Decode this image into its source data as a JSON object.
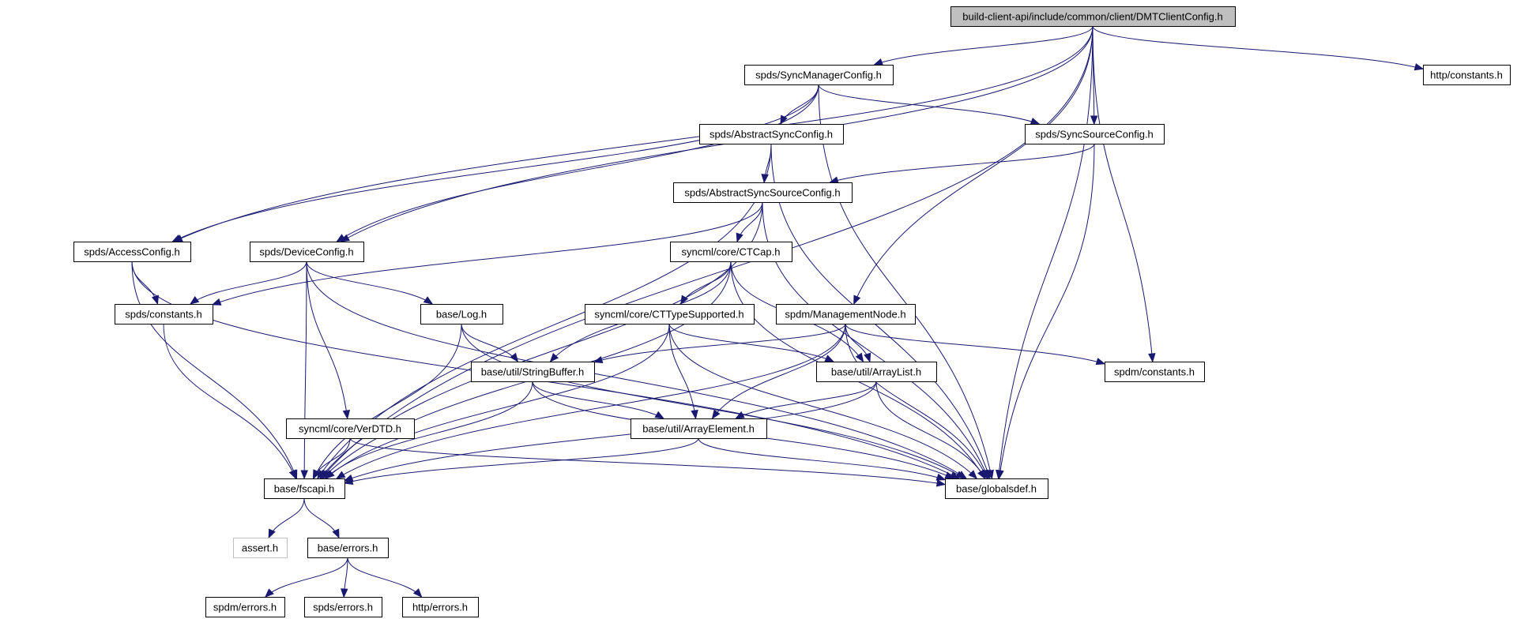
{
  "graph": {
    "nodes": [
      {
        "id": "root",
        "label": "build-client-api/include/common/client/DMTClientConfig.h",
        "style": "root"
      },
      {
        "id": "syncmgr",
        "label": "spds/SyncManagerConfig.h"
      },
      {
        "id": "httpconst",
        "label": "http/constants.h"
      },
      {
        "id": "abssync",
        "label": "spds/AbstractSyncConfig.h"
      },
      {
        "id": "syncsrc",
        "label": "spds/SyncSourceConfig.h"
      },
      {
        "id": "abssyncsrc",
        "label": "spds/AbstractSyncSourceConfig.h"
      },
      {
        "id": "access",
        "label": "spds/AccessConfig.h"
      },
      {
        "id": "device",
        "label": "spds/DeviceConfig.h"
      },
      {
        "id": "ctcap",
        "label": "syncml/core/CTCap.h"
      },
      {
        "id": "spdsconst",
        "label": "spds/constants.h"
      },
      {
        "id": "log",
        "label": "base/Log.h"
      },
      {
        "id": "cttype",
        "label": "syncml/core/CTTypeSupported.h"
      },
      {
        "id": "mgmt",
        "label": "spdm/ManagementNode.h"
      },
      {
        "id": "strbuf",
        "label": "base/util/StringBuffer.h"
      },
      {
        "id": "arrlist",
        "label": "base/util/ArrayList.h"
      },
      {
        "id": "spdmconst",
        "label": "spdm/constants.h"
      },
      {
        "id": "verdtd",
        "label": "syncml/core/VerDTD.h"
      },
      {
        "id": "arrelem",
        "label": "base/util/ArrayElement.h"
      },
      {
        "id": "fscapi",
        "label": "base/fscapi.h"
      },
      {
        "id": "globals",
        "label": "base/globalsdef.h"
      },
      {
        "id": "assert",
        "label": "assert.h",
        "style": "undoc"
      },
      {
        "id": "errors",
        "label": "base/errors.h"
      },
      {
        "id": "spdmerr",
        "label": "spdm/errors.h"
      },
      {
        "id": "spdserr",
        "label": "spds/errors.h"
      },
      {
        "id": "httperr",
        "label": "http/errors.h"
      }
    ],
    "edges": [
      [
        "root",
        "syncmgr"
      ],
      [
        "root",
        "httpconst"
      ],
      [
        "root",
        "syncsrc"
      ],
      [
        "root",
        "access"
      ],
      [
        "root",
        "device"
      ],
      [
        "root",
        "mgmt"
      ],
      [
        "root",
        "spdmconst"
      ],
      [
        "root",
        "fscapi"
      ],
      [
        "root",
        "globals"
      ],
      [
        "syncmgr",
        "abssync"
      ],
      [
        "syncmgr",
        "syncsrc"
      ],
      [
        "syncmgr",
        "access"
      ],
      [
        "syncmgr",
        "device"
      ],
      [
        "syncmgr",
        "globals"
      ],
      [
        "abssync",
        "abssyncsrc"
      ],
      [
        "abssync",
        "fscapi"
      ],
      [
        "abssync",
        "globals"
      ],
      [
        "syncsrc",
        "abssyncsrc"
      ],
      [
        "syncsrc",
        "globals"
      ],
      [
        "abssyncsrc",
        "ctcap"
      ],
      [
        "abssyncsrc",
        "spdsconst"
      ],
      [
        "abssyncsrc",
        "fscapi"
      ],
      [
        "abssyncsrc",
        "globals"
      ],
      [
        "access",
        "spdsconst"
      ],
      [
        "access",
        "fscapi"
      ],
      [
        "access",
        "globals"
      ],
      [
        "device",
        "spdsconst"
      ],
      [
        "device",
        "log"
      ],
      [
        "device",
        "verdtd"
      ],
      [
        "device",
        "fscapi"
      ],
      [
        "device",
        "globals"
      ],
      [
        "ctcap",
        "cttype"
      ],
      [
        "ctcap",
        "strbuf"
      ],
      [
        "ctcap",
        "arrlist"
      ],
      [
        "ctcap",
        "fscapi"
      ],
      [
        "ctcap",
        "globals"
      ],
      [
        "spdsconst",
        "fscapi"
      ],
      [
        "log",
        "strbuf"
      ],
      [
        "log",
        "fscapi"
      ],
      [
        "log",
        "globals"
      ],
      [
        "cttype",
        "arrlist"
      ],
      [
        "cttype",
        "arrelem"
      ],
      [
        "cttype",
        "fscapi"
      ],
      [
        "cttype",
        "globals"
      ],
      [
        "mgmt",
        "strbuf"
      ],
      [
        "mgmt",
        "arrlist"
      ],
      [
        "mgmt",
        "arrelem"
      ],
      [
        "mgmt",
        "spdmconst"
      ],
      [
        "mgmt",
        "fscapi"
      ],
      [
        "mgmt",
        "globals"
      ],
      [
        "strbuf",
        "arrelem"
      ],
      [
        "strbuf",
        "fscapi"
      ],
      [
        "strbuf",
        "globals"
      ],
      [
        "arrlist",
        "arrelem"
      ],
      [
        "arrlist",
        "fscapi"
      ],
      [
        "arrlist",
        "globals"
      ],
      [
        "verdtd",
        "fscapi"
      ],
      [
        "verdtd",
        "globals"
      ],
      [
        "arrelem",
        "fscapi"
      ],
      [
        "arrelem",
        "globals"
      ],
      [
        "fscapi",
        "assert"
      ],
      [
        "fscapi",
        "errors"
      ],
      [
        "errors",
        "spdmerr"
      ],
      [
        "errors",
        "spdserr"
      ],
      [
        "errors",
        "httperr"
      ]
    ]
  },
  "colors": {
    "edge": "#191970",
    "root_fill": "#bfbfbf",
    "node_border": "#000000",
    "undocumented_border": "#bfbfbf"
  }
}
